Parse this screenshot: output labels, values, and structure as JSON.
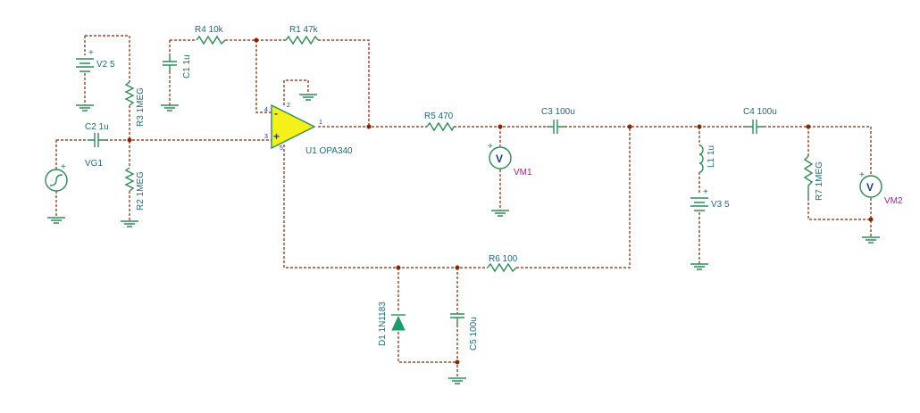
{
  "components": {
    "r4": {
      "label": "R4 10k"
    },
    "r1": {
      "label": "R1 47k"
    },
    "c1": {
      "label": "C1 1u"
    },
    "v2": {
      "label": "V2 5"
    },
    "r3": {
      "label": "R3 1MEG"
    },
    "r2": {
      "label": "R2 1MEG"
    },
    "c2": {
      "label": "C2 1u"
    },
    "vg1": {
      "label": "VG1"
    },
    "u1": {
      "label": "U1 OPA340"
    },
    "r5": {
      "label": "R5 470"
    },
    "c3": {
      "label": "C3 100u"
    },
    "vm1": {
      "label": "VM1",
      "symbol": "V"
    },
    "c4": {
      "label": "C4 100u"
    },
    "l1": {
      "label": "L1 1u"
    },
    "v3": {
      "label": "V3 5"
    },
    "r7": {
      "label": "R7 1MEG"
    },
    "vm2": {
      "label": "VM2",
      "symbol": "V"
    },
    "r6": {
      "label": "R6 100"
    },
    "d1": {
      "label": "D1 1N1183"
    },
    "c5": {
      "label": "C5 100u"
    }
  },
  "opamp_pins": {
    "out": "1",
    "inv": "4",
    "noninv": "3",
    "vplus": "2",
    "vminus": "5"
  },
  "polarity": {
    "plus": "+",
    "minus": "-"
  },
  "colors": {
    "wire": "#8b2500",
    "component": "#2e8b57",
    "label": "#1f6b7a",
    "meter_label": "#a0208f",
    "opamp_fill": "#f5f01a"
  }
}
